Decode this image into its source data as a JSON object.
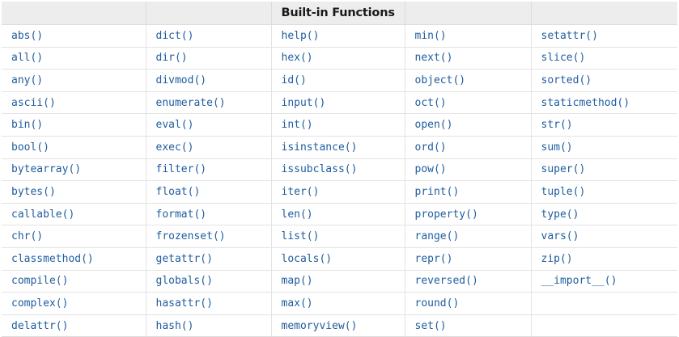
{
  "table": {
    "caption": "Built-in Functions",
    "header_column_index": 2,
    "headers": [
      "",
      "",
      "Built-in Functions",
      "",
      ""
    ],
    "column_count": 5,
    "row_count": 14,
    "columns": [
      {
        "name": "column-1",
        "cells": [
          "abs()",
          "all()",
          "any()",
          "ascii()",
          "bin()",
          "bool()",
          "bytearray()",
          "bytes()",
          "callable()",
          "chr()",
          "classmethod()",
          "compile()",
          "complex()",
          "delattr()"
        ]
      },
      {
        "name": "column-2",
        "cells": [
          "dict()",
          "dir()",
          "divmod()",
          "enumerate()",
          "eval()",
          "exec()",
          "filter()",
          "float()",
          "format()",
          "frozenset()",
          "getattr()",
          "globals()",
          "hasattr()",
          "hash()"
        ]
      },
      {
        "name": "column-3",
        "cells": [
          "help()",
          "hex()",
          "id()",
          "input()",
          "int()",
          "isinstance()",
          "issubclass()",
          "iter()",
          "len()",
          "list()",
          "locals()",
          "map()",
          "max()",
          "memoryview()"
        ]
      },
      {
        "name": "column-4",
        "cells": [
          "min()",
          "next()",
          "object()",
          "oct()",
          "open()",
          "ord()",
          "pow()",
          "print()",
          "property()",
          "range()",
          "repr()",
          "reversed()",
          "round()",
          "set()"
        ]
      },
      {
        "name": "column-5",
        "cells": [
          "setattr()",
          "slice()",
          "sorted()",
          "staticmethod()",
          "str()",
          "sum()",
          "super()",
          "tuple()",
          "type()",
          "vars()",
          "zip()",
          "__import__()",
          "",
          ""
        ]
      }
    ],
    "rows": [
      [
        "abs()",
        "dict()",
        "help()",
        "min()",
        "setattr()"
      ],
      [
        "all()",
        "dir()",
        "hex()",
        "next()",
        "slice()"
      ],
      [
        "any()",
        "divmod()",
        "id()",
        "object()",
        "sorted()"
      ],
      [
        "ascii()",
        "enumerate()",
        "input()",
        "oct()",
        "staticmethod()"
      ],
      [
        "bin()",
        "eval()",
        "int()",
        "open()",
        "str()"
      ],
      [
        "bool()",
        "exec()",
        "isinstance()",
        "ord()",
        "sum()"
      ],
      [
        "bytearray()",
        "filter()",
        "issubclass()",
        "pow()",
        "super()"
      ],
      [
        "bytes()",
        "float()",
        "iter()",
        "print()",
        "tuple()"
      ],
      [
        "callable()",
        "format()",
        "len()",
        "property()",
        "type()"
      ],
      [
        "chr()",
        "frozenset()",
        "list()",
        "range()",
        "vars()"
      ],
      [
        "classmethod()",
        "getattr()",
        "locals()",
        "repr()",
        "zip()"
      ],
      [
        "compile()",
        "globals()",
        "map()",
        "reversed()",
        "__import__()"
      ],
      [
        "complex()",
        "hasattr()",
        "max()",
        "round()",
        ""
      ],
      [
        "delattr()",
        "hash()",
        "memoryview()",
        "set()",
        ""
      ]
    ]
  },
  "colors": {
    "link_text": "#1f5c9e",
    "header_background": "#ededed",
    "header_text": "#1a1a1a",
    "grid_line": "#e3e3e3",
    "page_background": "#ffffff"
  }
}
